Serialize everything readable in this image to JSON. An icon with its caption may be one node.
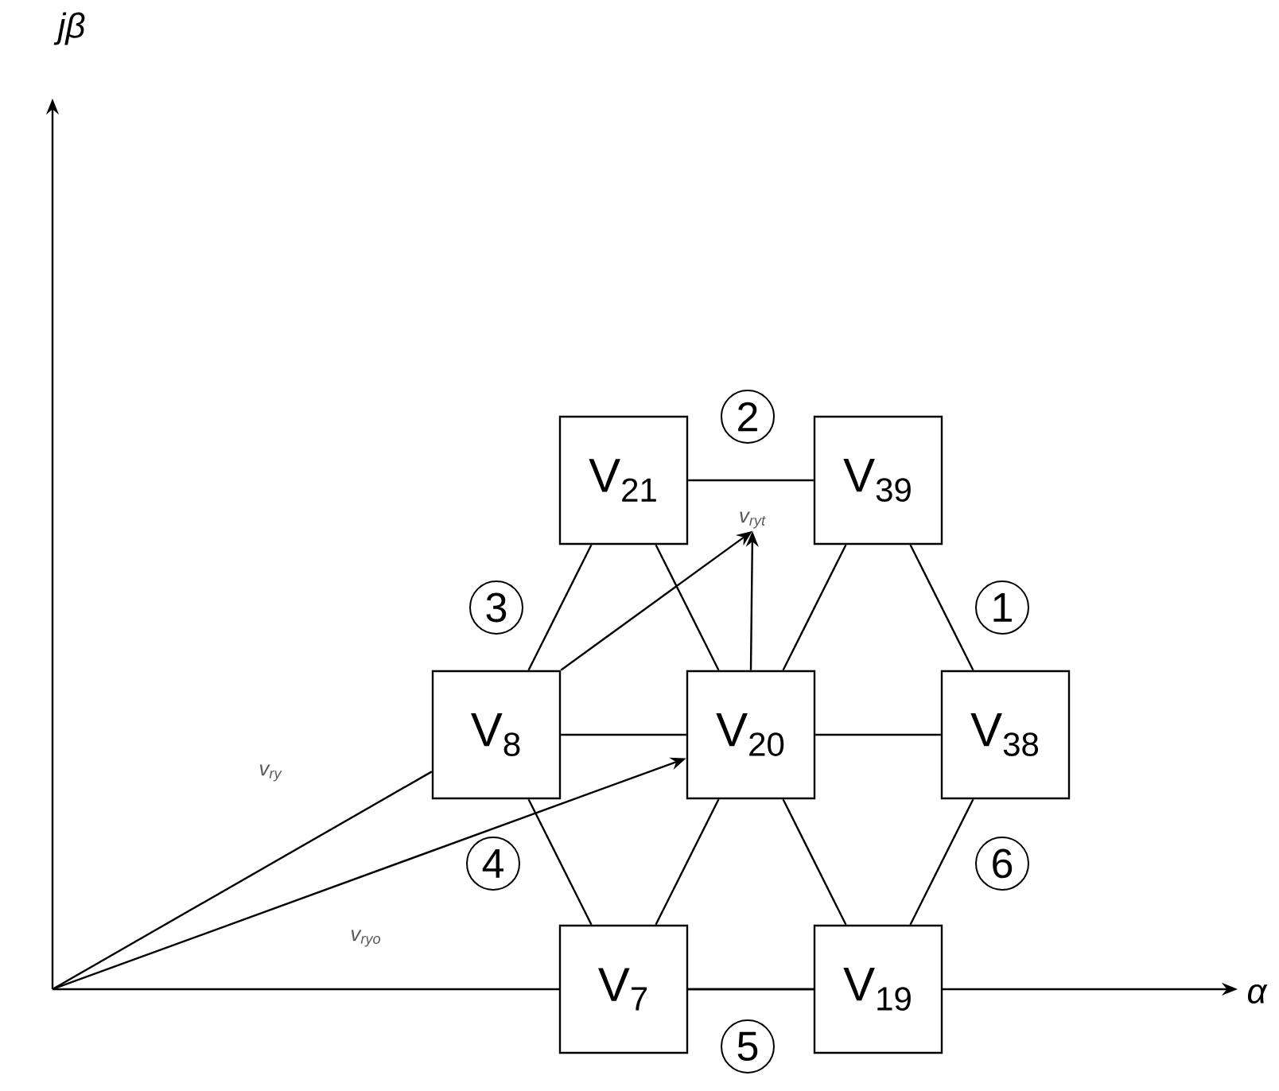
{
  "diagram": {
    "nodes": [
      {
        "text": [
          "V$_{21}$"
        ]
      },
      {
        "text": [
          "2"
        ]
      },
      {
        "text": [
          "V$_{39}$"
        ]
      },
      {
        "text": [
          "v$_{ryt}$"
        ]
      },
      {
        "text": [
          "3"
        ]
      },
      {
        "text": [
          "1"
        ]
      },
      {
        "text": [
          "V$_{8}$"
        ]
      },
      {
        "text": [
          "V$_{20}$"
        ]
      },
      {
        "text": [
          "V$_{38}$"
        ]
      },
      {
        "text": [
          "4"
        ]
      },
      {
        "text": [
          "6"
        ]
      },
      {
        "text": [
          "V$_{7}$"
        ]
      },
      {
        "text": [
          "V$_{19}$"
        ]
      },
      {
        "text": [
          "5"
        ]
      }
    ],
    "edges": [
      {
        "from": 0,
        "to": 2,
        "arrow": "none"
      },
      {
        "from": 0,
        "to": 6,
        "arrow": "none"
      },
      {
        "from": 0,
        "to": 7,
        "arrow": "none"
      },
      {
        "from": 2,
        "to": 7,
        "arrow": "none"
      },
      {
        "from": 2,
        "to": 8,
        "arrow": "none"
      },
      {
        "from": 6,
        "to": 7,
        "arrow": "none"
      },
      {
        "from": 7,
        "to": 8,
        "arrow": "none"
      },
      {
        "from": 6,
        "to": 11,
        "arrow": "none"
      },
      {
        "from": 7,
        "to": 11,
        "arrow": "none"
      },
      {
        "from": 7,
        "to": 12,
        "arrow": "none"
      },
      {
        "from": 8,
        "to": 12,
        "arrow": "none"
      },
      {
        "from": 11,
        "to": 12,
        "arrow": "none"
      },
      {
        "from": null,
        "to": 6,
        "arrow": "none",
        "label": "v$_{ry}$"
      },
      {
        "from": null,
        "to": 7,
        "arrow": "to",
        "label": "v$_{ryo}$"
      },
      {
        "from": 6,
        "to": 3,
        "arrow": "to"
      },
      {
        "from": 7,
        "to": 3,
        "arrow": "to"
      }
    ],
    "labels": [
      "jβ",
      "α"
    ]
  }
}
